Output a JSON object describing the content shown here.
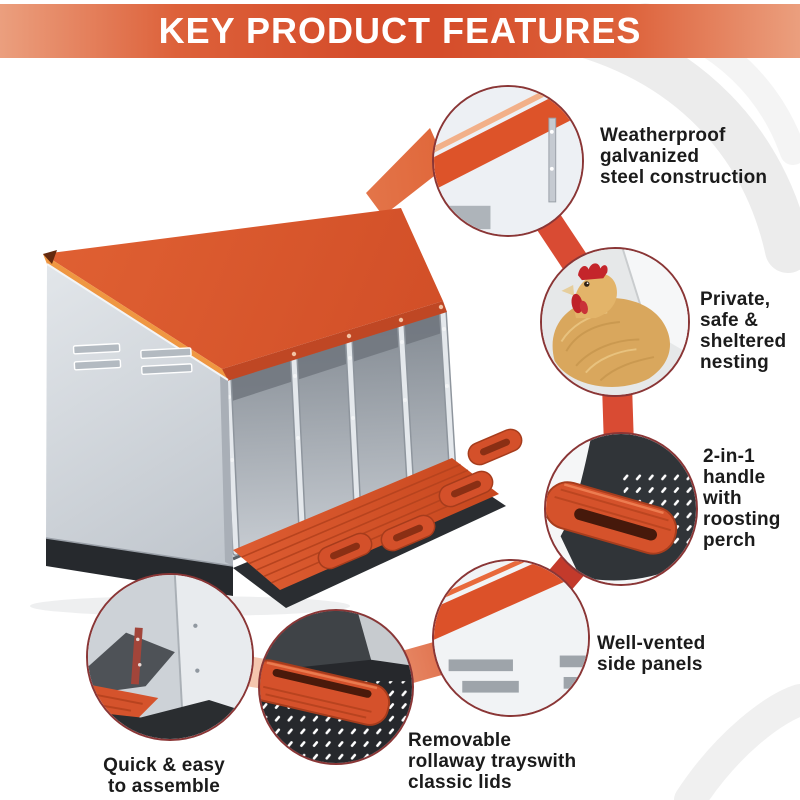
{
  "header": {
    "title": "KEY PRODUCT FEATURES"
  },
  "theme": {
    "banner_center": "#d54d2b",
    "banner_edge": "#eb9f7e",
    "roof_orange": "#d95a2e",
    "roof_edge_light": "#ef9742",
    "tray_orange": "#d4502a",
    "steel_light": "#dfe3e7",
    "steel_dark": "#c2c7ce",
    "base_dark": "#26292d",
    "circle_border": "#8a3636",
    "connector_red": "#d94b33",
    "connector_light": "#f2a981",
    "label_text": "#1b1b1b"
  },
  "product": {
    "description": "Four-compartment galvanized steel chicken nesting box with orange sloped roof, vented side panel, rollout egg trays and dark plastic base"
  },
  "features": [
    {
      "id": "weatherproof",
      "label": "Weatherproof\ngalvanized\nsteel construction"
    },
    {
      "id": "nesting",
      "label": "Private,\nsafe &\nsheltered\nnesting"
    },
    {
      "id": "handle-perch",
      "label": "2-in-1\nhandle\nwith\nroosting\nperch"
    },
    {
      "id": "vented-panels",
      "label": "Well-vented\nside panels"
    },
    {
      "id": "rollaway-trays",
      "label": "Removable\nrollaway trayswith\nclassic lids"
    },
    {
      "id": "assembly",
      "label": "Quick & easy\nto assemble"
    }
  ]
}
